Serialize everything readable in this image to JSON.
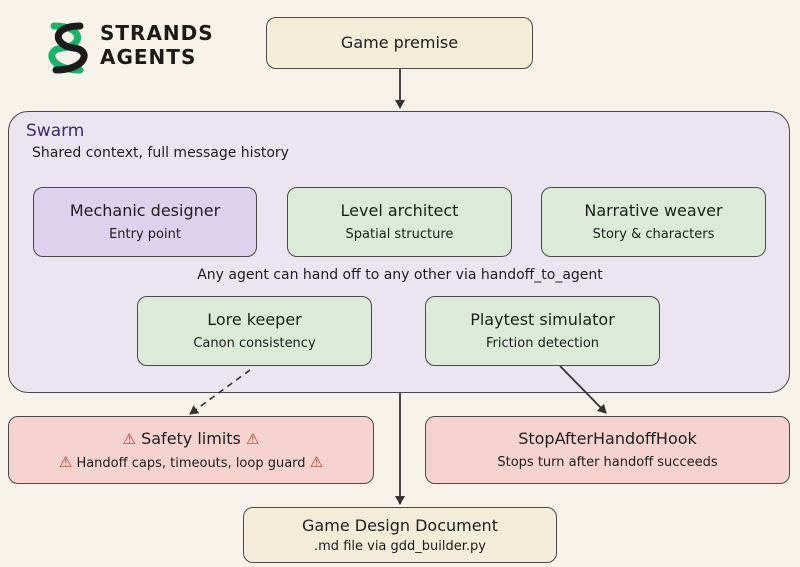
{
  "logo": {
    "line1": "STRANDS",
    "line2": "AGENTS"
  },
  "nodes": {
    "premise": {
      "title": "Game premise"
    },
    "swarm": {
      "title": "Swarm",
      "subtitle": "Shared context, full message history"
    },
    "mechanic": {
      "title": "Mechanic designer",
      "subtitle": "Entry point"
    },
    "level": {
      "title": "Level architect",
      "subtitle": "Spatial structure"
    },
    "narrative": {
      "title": "Narrative weaver",
      "subtitle": "Story & characters"
    },
    "handoff_note": "Any agent can hand off to any other via handoff_to_agent",
    "lore": {
      "title": "Lore keeper",
      "subtitle": "Canon consistency"
    },
    "playtest": {
      "title": "Playtest simulator",
      "subtitle": "Friction detection"
    },
    "safety": {
      "title": "Safety limits",
      "subtitle": "Handoff caps, timeouts, loop guard"
    },
    "stophook": {
      "title": "StopAfterHandoffHook",
      "subtitle": "Stops turn after handoff succeeds"
    },
    "gdd": {
      "title": "Game Design Document",
      "subtitle": ".md file via gdd_builder.py"
    }
  },
  "icons": {
    "warning": "⚠"
  },
  "colors": {
    "background": "#f7f3ea",
    "beige": "#f2ecd9",
    "green": "#dcebd7",
    "purple": "#ddd1ee",
    "pink": "#f6d3cf",
    "swarm": "#ebe5f1",
    "logo_green": "#1bb36b"
  }
}
